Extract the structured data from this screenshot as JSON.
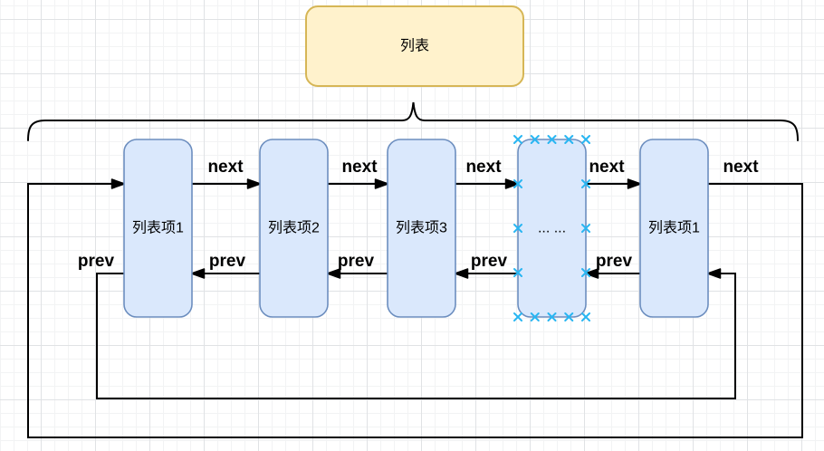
{
  "diagram": {
    "header_node": {
      "label": "列表"
    },
    "nodes": [
      {
        "label": "列表项1"
      },
      {
        "label": "列表项2"
      },
      {
        "label": "列表项3"
      },
      {
        "label": "... ..."
      },
      {
        "label": "列表项1"
      }
    ],
    "next_edge_labels": [
      "next",
      "next",
      "next",
      "next",
      "next"
    ],
    "prev_edge_labels": [
      "prev",
      "prev",
      "prev",
      "prev",
      "prev"
    ],
    "selection": {
      "selected_node_index": 3
    },
    "colors": {
      "canvas_bg": "#FFFFFF",
      "grid_minor": "#F2F3F4",
      "grid_major": "#E0E2E5",
      "node_fill": "#DAE8FC",
      "node_stroke": "#6C8EBF",
      "header_fill": "#FFF2CC",
      "header_stroke": "#D6B656",
      "edge": "#000000",
      "label": "#000000",
      "connection_point": "#29B6F2"
    }
  }
}
